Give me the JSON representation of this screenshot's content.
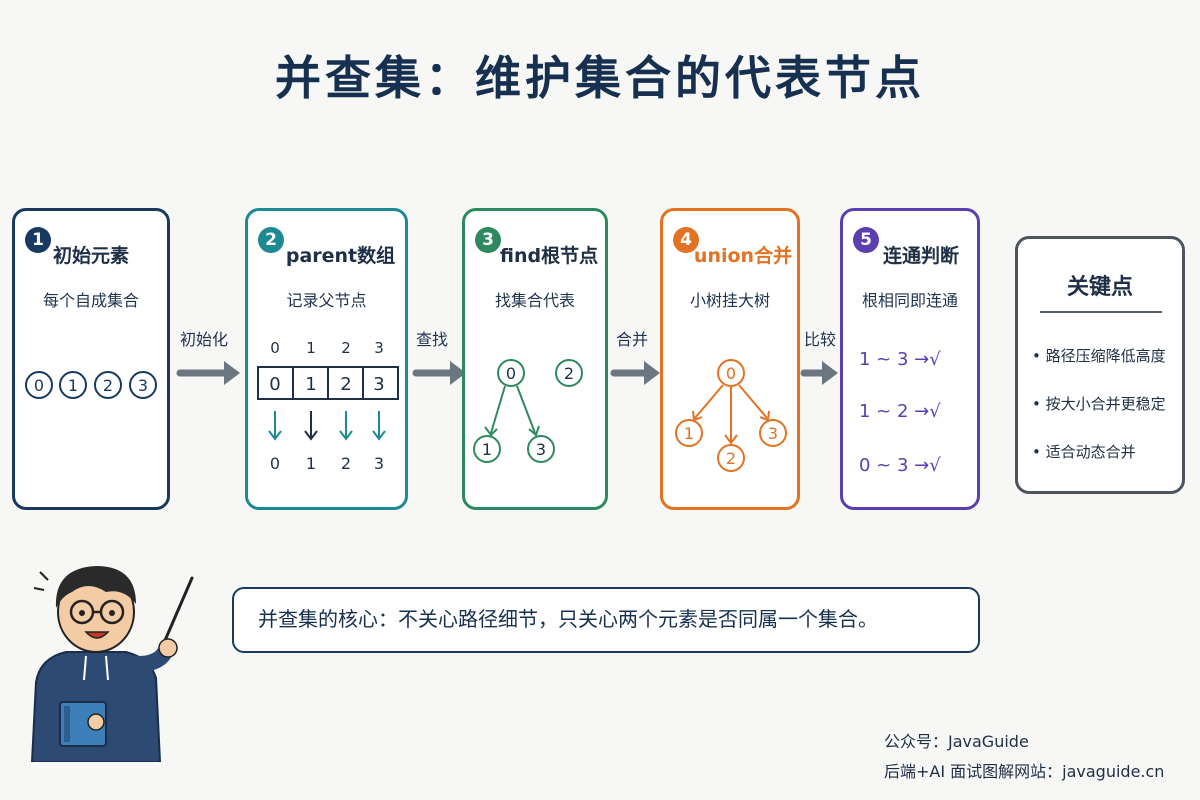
{
  "title": "并查集：维护集合的代表节点",
  "steps": [
    {
      "num": "1",
      "title": "初始元素",
      "subtitle": "每个自成集合",
      "color": "#173a5e"
    },
    {
      "num": "2",
      "title": "parent数组",
      "subtitle": "记录父节点",
      "color": "#1d8a93"
    },
    {
      "num": "3",
      "title": "find根节点",
      "subtitle": "找集合代表",
      "color": "#2e8a5e"
    },
    {
      "num": "4",
      "title": "union合并",
      "subtitle": "小树挂大树",
      "color": "#e37222"
    },
    {
      "num": "5",
      "title": "连通判断",
      "subtitle": "根相同即连通",
      "color": "#5b3fb0"
    }
  ],
  "arrow_labels": [
    "初始化",
    "查找",
    "合并",
    "比较"
  ],
  "card1": {
    "elements": [
      "0",
      "1",
      "2",
      "3"
    ]
  },
  "card2": {
    "indices": [
      "0",
      "1",
      "2",
      "3"
    ],
    "values": [
      "0",
      "1",
      "2",
      "3"
    ],
    "results": [
      "0",
      "1",
      "2",
      "3"
    ]
  },
  "card3": {
    "root": "0",
    "left": "1",
    "right": "3",
    "solo": "2"
  },
  "card4": {
    "root": "0",
    "children": [
      "1",
      "2",
      "3"
    ]
  },
  "card5": {
    "checks": [
      "1 ~ 3 →√",
      "1 ~ 2 →√",
      "0 ~ 3 →√"
    ]
  },
  "key_points": {
    "title": "关键点",
    "items": [
      "• 路径压缩降低高度",
      "• 按大小合并更稳定",
      "• 适合动态合并"
    ]
  },
  "note": "并查集的核心：不关心路径细节，只关心两个元素是否同属一个集合。",
  "footer": {
    "line1": "公众号：JavaGuide",
    "line2": "后端+AI 面试图解网站：javaguide.cn"
  },
  "colors": {
    "arrow": "#6b7680",
    "teal": "#1d8a93",
    "green": "#2e8a5e",
    "orange": "#e37222",
    "purple": "#5b3fb0",
    "navy": "#173a5e"
  }
}
